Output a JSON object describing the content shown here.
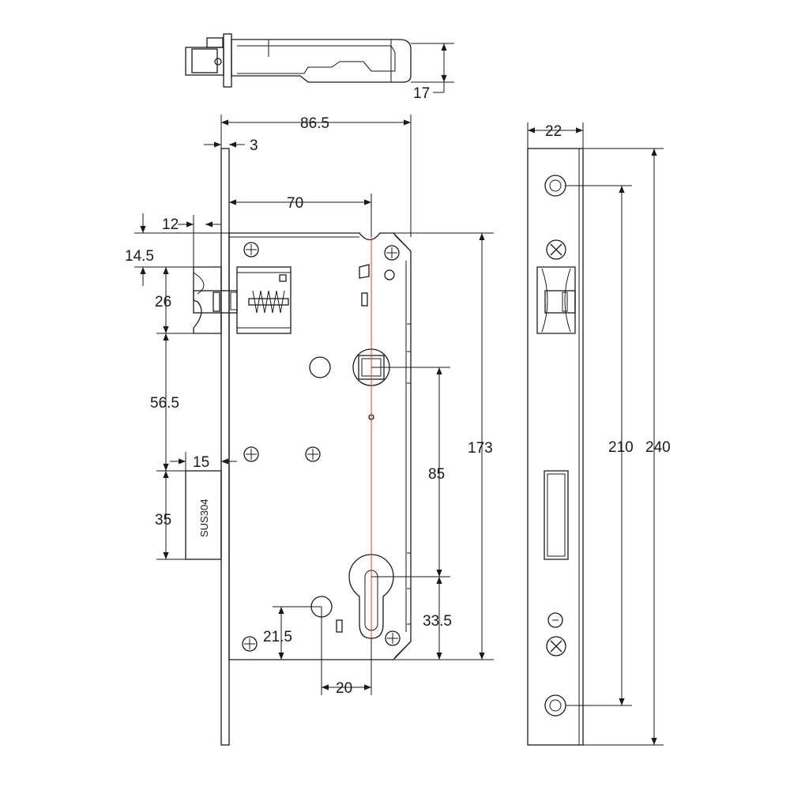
{
  "dimensions": {
    "top_thickness": "17",
    "overall_depth": "86.5",
    "faceplate_thickness": "3",
    "backset": "70",
    "latch_projection": "12",
    "latch_top_offset": "14.5",
    "latch_height": "26",
    "latch_to_deadbolt": "56.5",
    "deadbolt_projection": "15",
    "deadbolt_height": "35",
    "case_height": "173",
    "handle_to_cylinder": "85",
    "cylinder_to_bottom": "33.5",
    "lower_hole_offset": "21.5",
    "lower_hole_spacing": "20",
    "faceplate_width": "22",
    "screw_spacing": "210",
    "faceplate_length": "240"
  },
  "stamp": "SUS304",
  "colors": {
    "line": "#1a1a1a",
    "centerline": "#e04040",
    "background": "#ffffff"
  }
}
